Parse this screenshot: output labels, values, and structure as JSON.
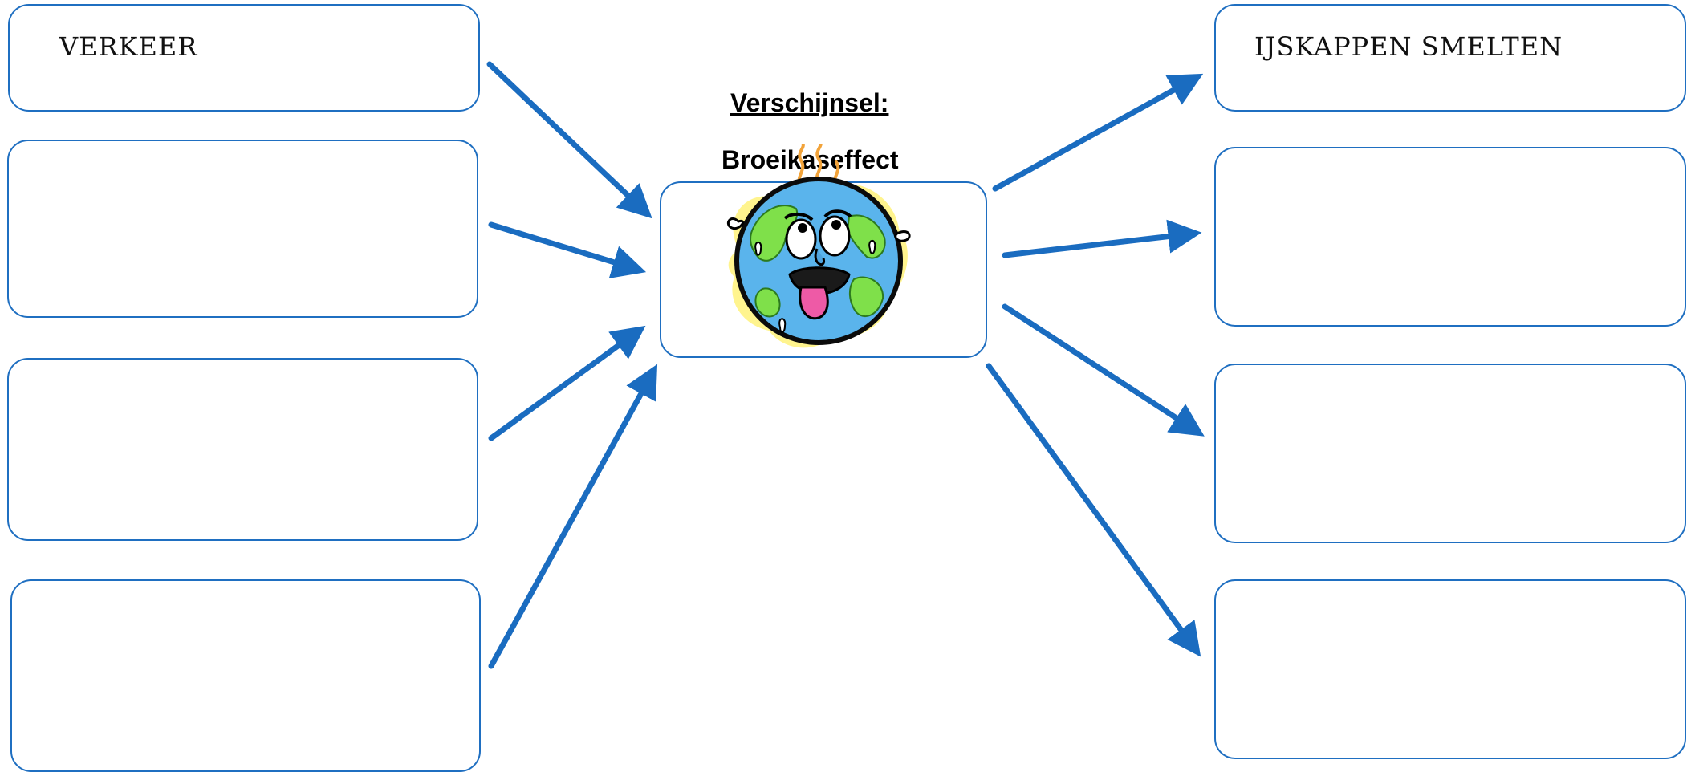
{
  "center": {
    "heading": "Verschijnsel:",
    "subject": "Broeikaseffect",
    "image_icon": "sweating-earth-icon"
  },
  "causes": [
    {
      "label": "VERKEER"
    },
    {
      "label": ""
    },
    {
      "label": ""
    },
    {
      "label": ""
    }
  ],
  "effects": [
    {
      "label": "IJSKAPPEN SMELTEN"
    },
    {
      "label": ""
    },
    {
      "label": ""
    },
    {
      "label": ""
    }
  ],
  "colors": {
    "box_border": "#1f6fc1",
    "arrow": "#1f6fc1"
  }
}
